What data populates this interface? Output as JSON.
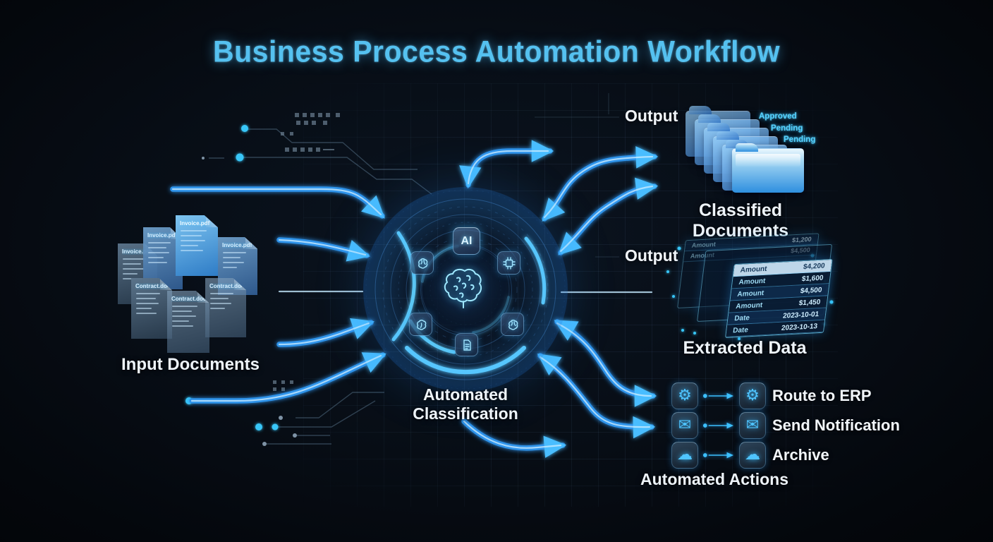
{
  "title": "Business Process Automation Workflow",
  "colors": {
    "accent": "#3fa9f5",
    "title_blue": "#55c1f0",
    "arrow_blue": "#2e93ea",
    "background": "#05080d"
  },
  "icons": {
    "gear": "⚙",
    "mail": "✉",
    "cloud": "☁"
  },
  "input": {
    "label": "Input Documents",
    "documents": [
      {
        "name": "Invoice.pdf"
      },
      {
        "name": "Invoice.pdf"
      },
      {
        "name": "Invoice.pdf"
      },
      {
        "name": "Invoice.pdf"
      },
      {
        "name": "Contract.docx"
      },
      {
        "name": "Contract.docx"
      },
      {
        "name": "Contract.docx"
      }
    ]
  },
  "hub": {
    "badge": "AI",
    "label": "Automated Classification",
    "center_icon": "brain-icon",
    "satellite_icons": [
      "brain-icon",
      "chip-icon",
      "brain-icon",
      "brain-icon",
      "document-icon"
    ]
  },
  "classified": {
    "output_label": "Output",
    "label": "Classified Documents",
    "tags": [
      "Approved",
      "Pending",
      "Pending"
    ]
  },
  "extracted": {
    "output_label": "Output",
    "label": "Extracted Data",
    "back_rows": [
      {
        "field": "Amount",
        "value": "$1,200"
      },
      {
        "field": "Amount",
        "value": "$4,500"
      }
    ],
    "rows": [
      {
        "field": "Amount",
        "value": "$4,200"
      },
      {
        "field": "Amount",
        "value": "$1,600"
      },
      {
        "field": "Amount",
        "value": "$4,500"
      },
      {
        "field": "Amount",
        "value": "$1,450"
      },
      {
        "field": "Date",
        "value": "2023-10-01"
      },
      {
        "field": "Date",
        "value": "2023-10-13"
      }
    ]
  },
  "actions": {
    "label": "Automated Actions",
    "items": [
      {
        "icon": "gear-icon",
        "label": "Route to ERP"
      },
      {
        "icon": "mail-icon",
        "label": "Send Notification"
      },
      {
        "icon": "cloud-icon",
        "label": "Archive"
      }
    ]
  }
}
